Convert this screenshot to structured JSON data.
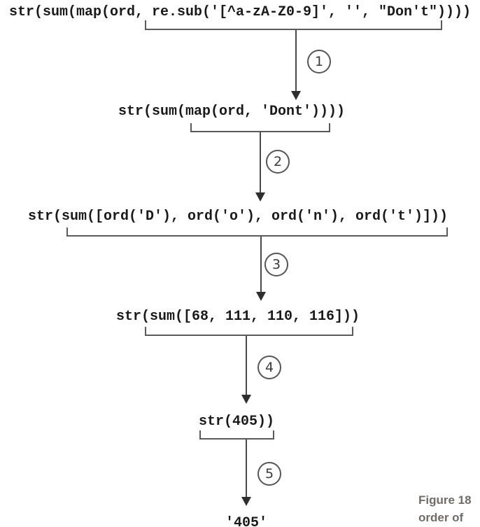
{
  "figure": {
    "expressions": [
      {
        "code": "str(sum(map(ord, re.sub('[^a-zA-Z0-9]', '', \"Don't\"))))"
      },
      {
        "code": "str(sum(map(ord, 'Dont'))))"
      },
      {
        "code": "str(sum([ord('D'), ord('o'), ord('n'), ord('t')]))"
      },
      {
        "code": "str(sum([68, 111, 110, 116]))"
      },
      {
        "code": "str(405))"
      },
      {
        "code": "'405'"
      }
    ],
    "steps": [
      {
        "label": "1"
      },
      {
        "label": "2"
      },
      {
        "label": "3"
      },
      {
        "label": "4"
      },
      {
        "label": "5"
      }
    ],
    "caption": {
      "line1": "Figure 18",
      "line2": "order of"
    },
    "colors": {
      "code_text": "#1a1a1a",
      "diagram_line": "#5a5a5c",
      "caption_text": "#716c68"
    }
  }
}
